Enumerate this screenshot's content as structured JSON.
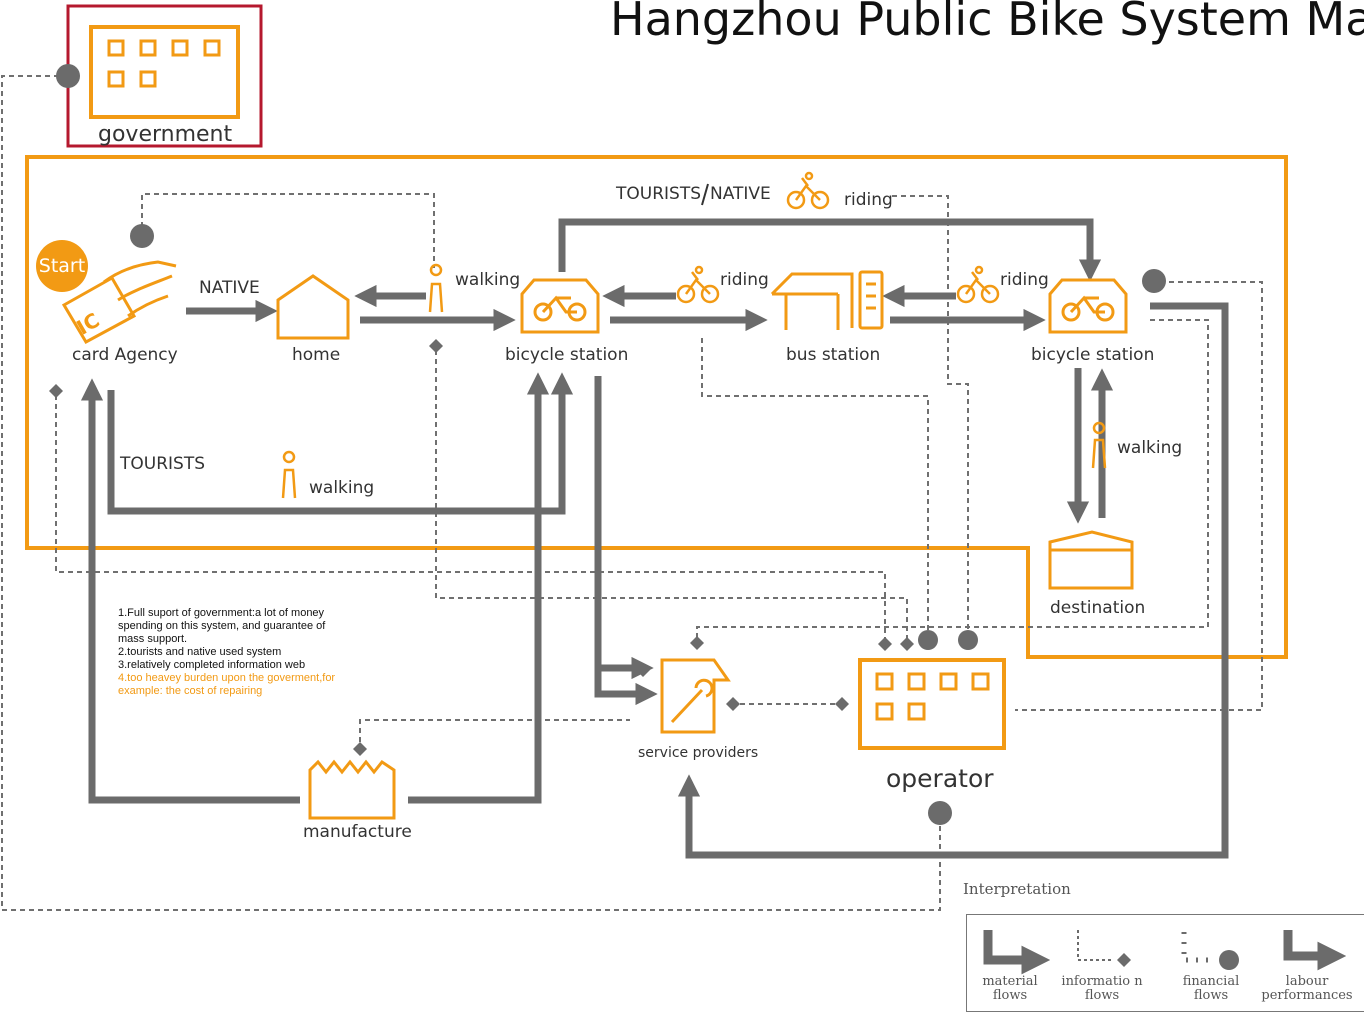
{
  "title": "Hangzhou Public Bike System Map",
  "start_label": "Start",
  "nodes": {
    "government": "government",
    "card_agency": "card Agency",
    "home": "home",
    "bicycle_station_left": "bicycle station",
    "bus_station": "bus station",
    "bicycle_station_right": "bicycle station",
    "destination": "destination",
    "service_providers": "service providers",
    "operator": "operator",
    "manufacture": "manufacture"
  },
  "flow_labels": {
    "native": "NATIVE",
    "tourists": "TOURISTS",
    "walking_top": "walking",
    "walking_bottom": "walking",
    "walking_right": "walking",
    "riding_top": "riding",
    "riding_left": "riding",
    "riding_right": "riding",
    "tourists_native": "TOURISTS",
    "tourists_native_2": "NATIVE",
    "ic_card_text": "IC"
  },
  "notes": {
    "line1": "1.Full suport of government:a lot of money spending on this system, and guarantee of mass support.",
    "line2": "2.tourists and native used system",
    "line3": "3.relatively completed information web",
    "line4": "4.too heavey burden upon the goverment,for example: the cost of repairing"
  },
  "legend": {
    "title": "Interpretation",
    "material": "material flows",
    "information": "informatio n flows",
    "financial": "financial flows",
    "labour": "labour performances"
  },
  "colors": {
    "orange": "#f29a14",
    "gray": "#6b6b6b",
    "dashed": "#707070",
    "government_border": "#b5182e"
  }
}
